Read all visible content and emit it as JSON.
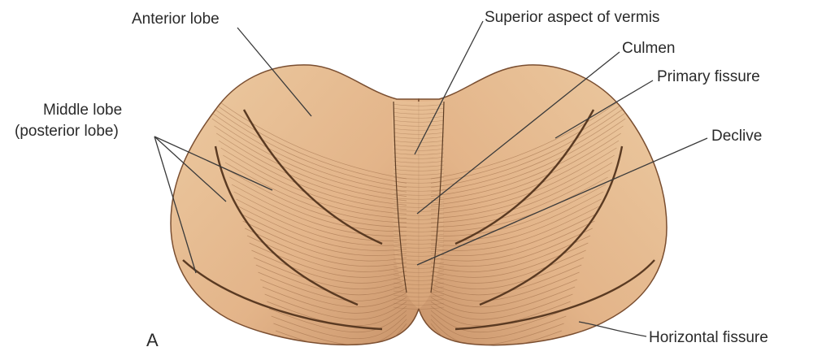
{
  "figure": {
    "panel_letter": "A",
    "labels": {
      "anterior_lobe": "Anterior lobe",
      "superior_vermis": "Superior aspect of vermis",
      "culmen": "Culmen",
      "primary_fissure": "Primary fissure",
      "middle_lobe_line1": "Middle lobe",
      "middle_lobe_line2": "(posterior lobe)",
      "declive": "Declive",
      "horizontal_fissure": "Horizontal fissure"
    },
    "colors": {
      "tissue": "#e3b489",
      "tissue_light": "#efcfa8",
      "tissue_dark": "#8a5a38",
      "fissure": "#5a3a22",
      "leader_line": "#3a3a3a"
    }
  }
}
